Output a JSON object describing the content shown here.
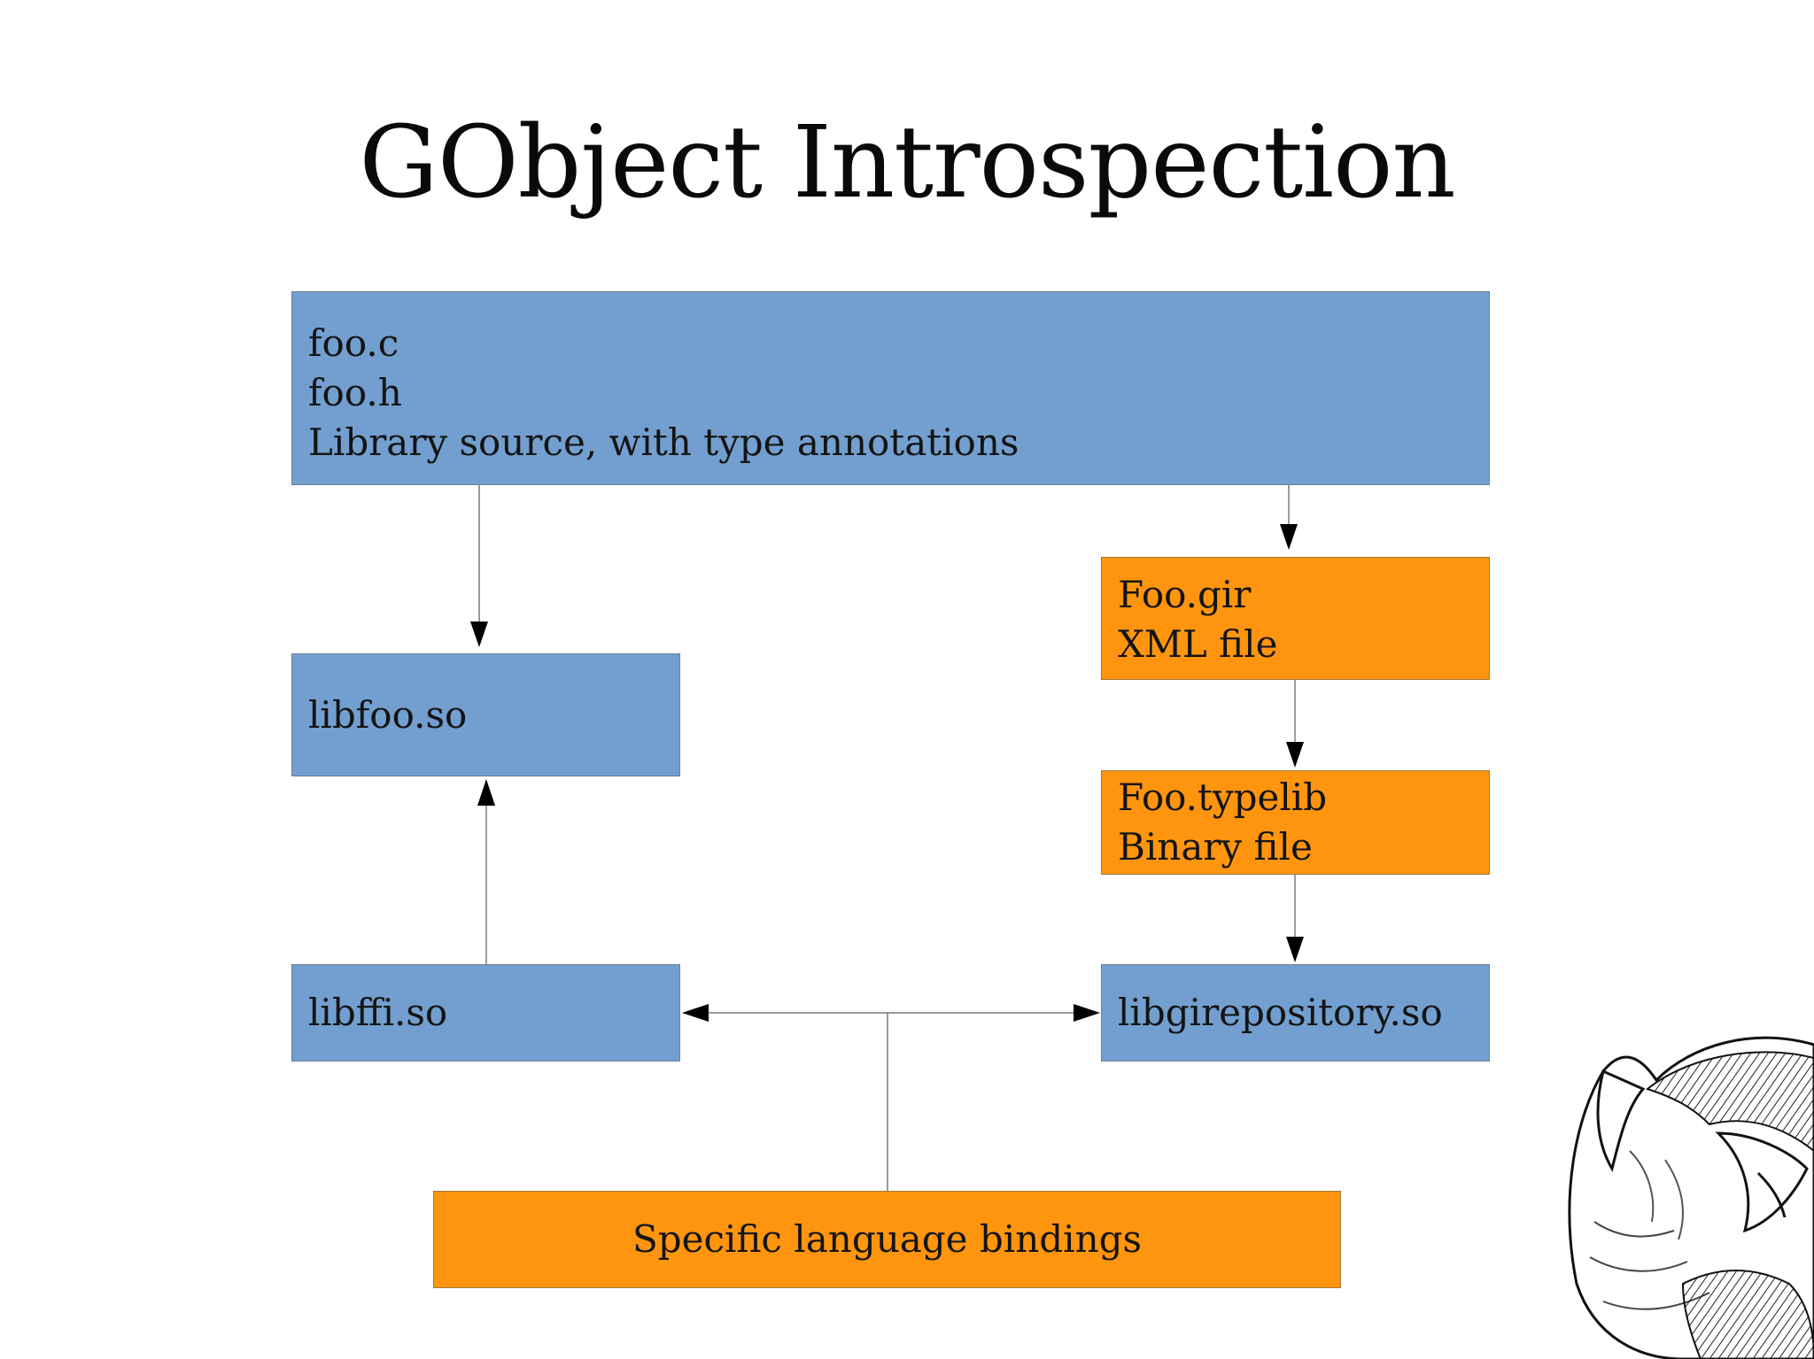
{
  "slide": {
    "title": "GObject Introspection"
  },
  "diagram": {
    "nodes": {
      "source": {
        "lines": [
          "foo.c",
          "foo.h",
          "Library source, with type annotations"
        ],
        "color": "#729fcf"
      },
      "gir": {
        "lines": [
          "Foo.gir",
          "XML file"
        ],
        "color": "#ff950e"
      },
      "libfoo": {
        "lines": [
          "libfoo.so"
        ],
        "color": "#729fcf"
      },
      "typelib": {
        "lines": [
          "Foo.typelib",
          "Binary file"
        ],
        "color": "#ff950e"
      },
      "libffi": {
        "lines": [
          "libffi.so"
        ],
        "color": "#729fcf"
      },
      "girepository": {
        "lines": [
          "libgirepository.so"
        ],
        "color": "#729fcf"
      },
      "bindings": {
        "lines": [
          "Specific language bindings"
        ],
        "color": "#ff950e"
      }
    },
    "edges": [
      {
        "from": "source",
        "to": "libfoo"
      },
      {
        "from": "source",
        "to": "gir"
      },
      {
        "from": "gir",
        "to": "typelib"
      },
      {
        "from": "typelib",
        "to": "girepository"
      },
      {
        "from": "libffi",
        "to": "libfoo"
      },
      {
        "from": "bindings",
        "to": "libffi"
      },
      {
        "from": "bindings",
        "to": "girepository"
      }
    ]
  },
  "decoration": {
    "icon": "gnome-foot-mascot-icon"
  }
}
